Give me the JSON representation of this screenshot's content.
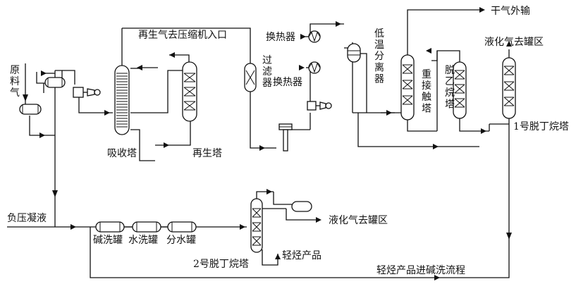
{
  "labels": {
    "feed_gas": "原料气",
    "regen_gas": "再生气去压缩机入口",
    "filter": "过滤器",
    "heat_exchanger_1": "换热器",
    "heat_exchanger_2": "换热器",
    "low_temp_separator": "低温分离器",
    "dry_gas_export": "干气外输",
    "heavy_contact_tower": "重接触塔",
    "deethanizer": "脱乙烷塔",
    "lpg_to_tank_1": "液化气去罐区",
    "debutanizer_1": "1号脱丁烷塔",
    "absorber": "吸收塔",
    "regenerator": "再生塔",
    "vacuum_condensate": "负压凝液",
    "caustic_wash_tank": "碱洗罐",
    "water_wash_tank": "水洗罐",
    "water_separator_tank": "分水罐",
    "lpg_to_tank_2": "液化气去罐区",
    "debutanizer_2": "2号脱丁烷塔",
    "light_hydrocarbon_product": "轻烃产品",
    "light_hc_to_caustic_wash": "轻烃产品进碱洗流程"
  }
}
